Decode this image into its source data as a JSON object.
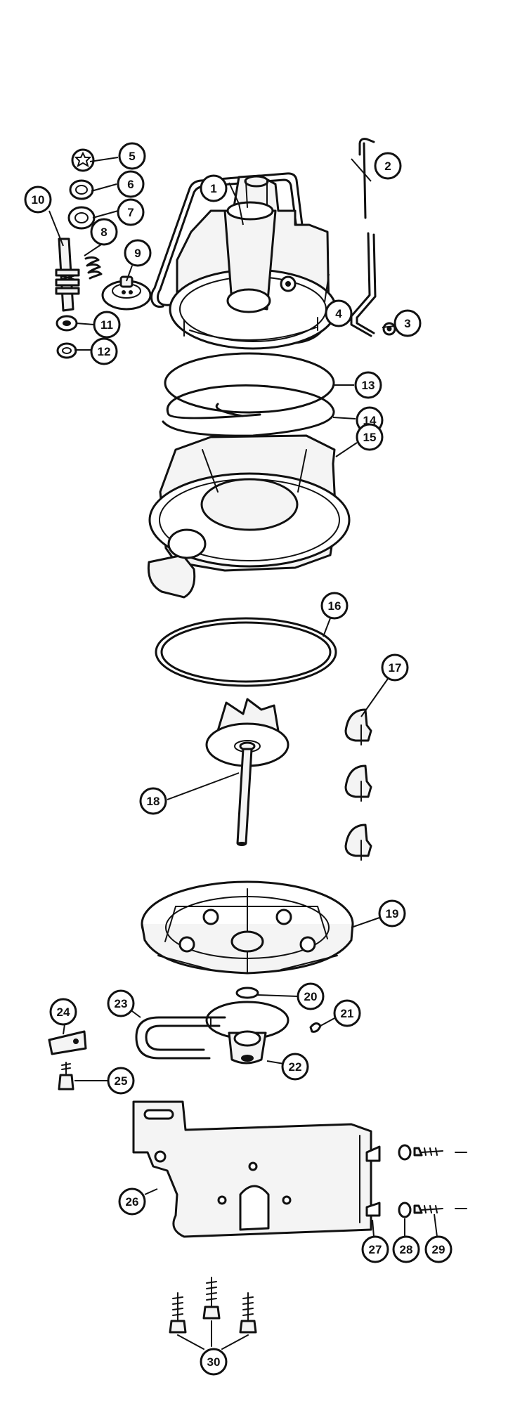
{
  "callouts": [
    {
      "number": "1"
    },
    {
      "number": "2"
    },
    {
      "number": "3"
    },
    {
      "number": "4"
    },
    {
      "number": "5"
    },
    {
      "number": "6"
    },
    {
      "number": "7"
    },
    {
      "number": "8"
    },
    {
      "number": "9"
    },
    {
      "number": "10"
    },
    {
      "number": "11"
    },
    {
      "number": "12"
    },
    {
      "number": "13"
    },
    {
      "number": "14"
    },
    {
      "number": "15"
    },
    {
      "number": "16"
    },
    {
      "number": "17"
    },
    {
      "number": "18"
    },
    {
      "number": "19"
    },
    {
      "number": "20"
    },
    {
      "number": "21"
    },
    {
      "number": "22"
    },
    {
      "number": "23"
    },
    {
      "number": "24"
    },
    {
      "number": "25"
    },
    {
      "number": "26"
    },
    {
      "number": "27"
    },
    {
      "number": "28"
    },
    {
      "number": "29"
    },
    {
      "number": "30"
    }
  ]
}
